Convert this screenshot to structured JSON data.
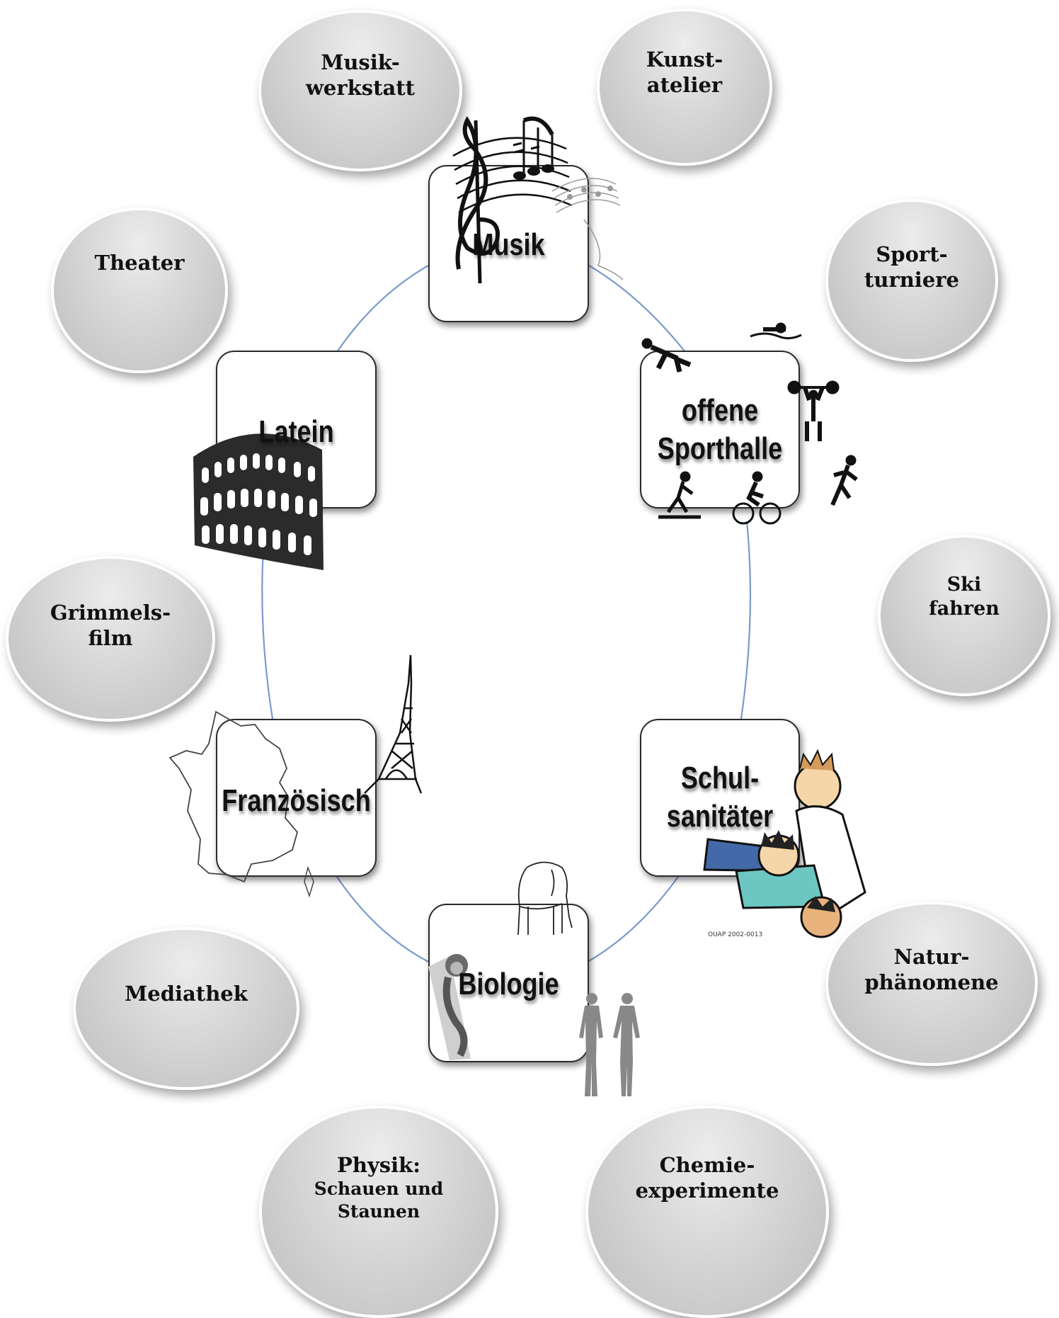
{
  "bubbles": [
    {
      "id": "musikwerkstatt",
      "lines": [
        "Musik-",
        "werkstatt"
      ]
    },
    {
      "id": "kunstatelier",
      "lines": [
        "Kunst-",
        "atelier"
      ]
    },
    {
      "id": "theater",
      "lines": [
        "Theater"
      ]
    },
    {
      "id": "sportturniere",
      "lines": [
        "Sport-",
        "turniere"
      ]
    },
    {
      "id": "skifahren",
      "lines": [
        "Ski",
        "fahren"
      ]
    },
    {
      "id": "grimmelsfilm",
      "lines": [
        "Grimmels-",
        "film"
      ]
    },
    {
      "id": "naturphaenomene",
      "lines": [
        "Natur-",
        "phänomene"
      ]
    },
    {
      "id": "mediathek",
      "lines": [
        "Mediathek"
      ]
    },
    {
      "id": "physik",
      "title": "Physik:",
      "lines": [
        "Schauen und",
        "Staunen"
      ]
    },
    {
      "id": "chemie",
      "lines": [
        "Chemie-",
        "experimente"
      ]
    }
  ],
  "boxes": [
    {
      "id": "musik",
      "lines": [
        "Musik"
      ]
    },
    {
      "id": "latein",
      "lines": [
        "Latein"
      ]
    },
    {
      "id": "sporthalle",
      "lines": [
        "offene",
        "Sporthalle"
      ]
    },
    {
      "id": "franzoesisch",
      "lines": [
        "Französisch"
      ]
    },
    {
      "id": "schulsanitaeter",
      "lines": [
        "Schul-",
        "sanitäter"
      ]
    },
    {
      "id": "biologie",
      "lines": [
        "Biologie"
      ]
    }
  ],
  "artwork": {
    "cartoon_caption": "OUAP 2002-0013"
  },
  "colors": {
    "connector": "#7a9bcb",
    "box_border": "#2a2a2a",
    "bubble_fill": "#d3d3d3"
  },
  "icons": [
    "music-notes-icon",
    "colosseum-icon",
    "sports-pictograms-icon",
    "eiffel-tower-icon",
    "france-map-icon",
    "first-aid-cartoon-icon",
    "elephant-icon",
    "monkey-icon",
    "human-silhouettes-icon"
  ]
}
